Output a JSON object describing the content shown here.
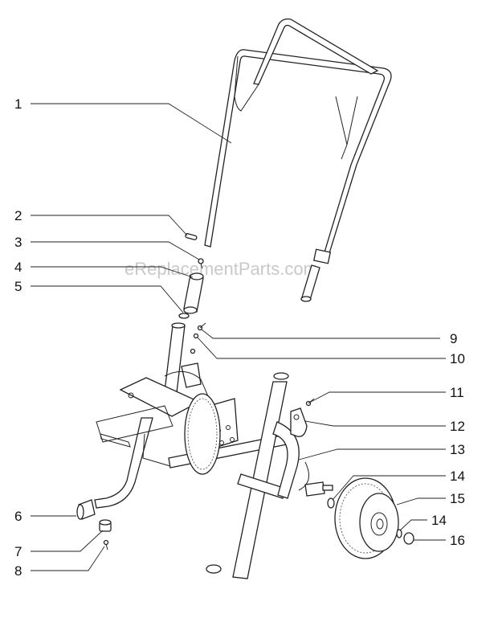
{
  "watermark": "eReplacementParts.com",
  "callouts": [
    {
      "number": "1"
    },
    {
      "number": "2"
    },
    {
      "number": "3"
    },
    {
      "number": "4"
    },
    {
      "number": "5"
    },
    {
      "number": "6"
    },
    {
      "number": "7"
    },
    {
      "number": "8"
    },
    {
      "number": "9"
    },
    {
      "number": "10"
    },
    {
      "number": "11"
    },
    {
      "number": "12"
    },
    {
      "number": "13"
    },
    {
      "number": "14"
    },
    {
      "number": "15"
    },
    {
      "number": "14"
    },
    {
      "number": "16"
    }
  ]
}
